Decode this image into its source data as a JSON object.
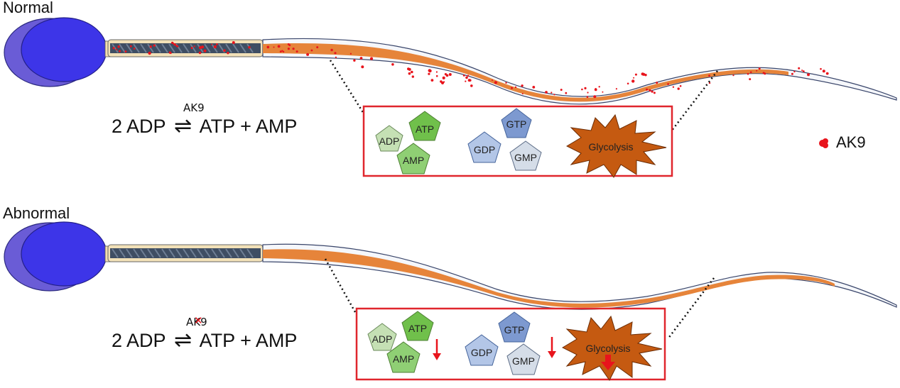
{
  "panels": {
    "normal": {
      "label": "Normal",
      "equation": {
        "left": "2 ADP",
        "right": "ATP + AMP",
        "enzyme": "AK9"
      },
      "box": {
        "adenine": [
          "ADP",
          "ATP",
          "AMP"
        ],
        "guanine": [
          "GTP",
          "GDP",
          "GMP"
        ],
        "glycolysis": "Glycolysis"
      }
    },
    "abnormal": {
      "label": "Abnormal",
      "equation": {
        "left": "2 ADP",
        "right": "ATP + AMP",
        "enzyme": "AK9",
        "enzyme_marked": true
      },
      "box": {
        "adenine": [
          "ADP",
          "ATP",
          "AMP"
        ],
        "guanine": [
          "GTP",
          "GDP",
          "GMP"
        ],
        "glycolysis": "Glycolysis"
      },
      "decreased": [
        "adenine",
        "guanine",
        "glycolysis"
      ]
    }
  },
  "legend": {
    "label": "AK9"
  },
  "colors": {
    "head": "#3d35e8",
    "head_back": "#6a5cd6",
    "tail_orange": "#e6843a",
    "ak9_dot": "#e8141c",
    "box_border": "#e0262d",
    "adp": "#c5e0b4",
    "atp": "#70c04b",
    "amp": "#8fcf74",
    "gtp": "#7d99d0",
    "gdp": "#b3c6e7",
    "gmp": "#d5dde8",
    "glycolysis": "#c55a11"
  }
}
